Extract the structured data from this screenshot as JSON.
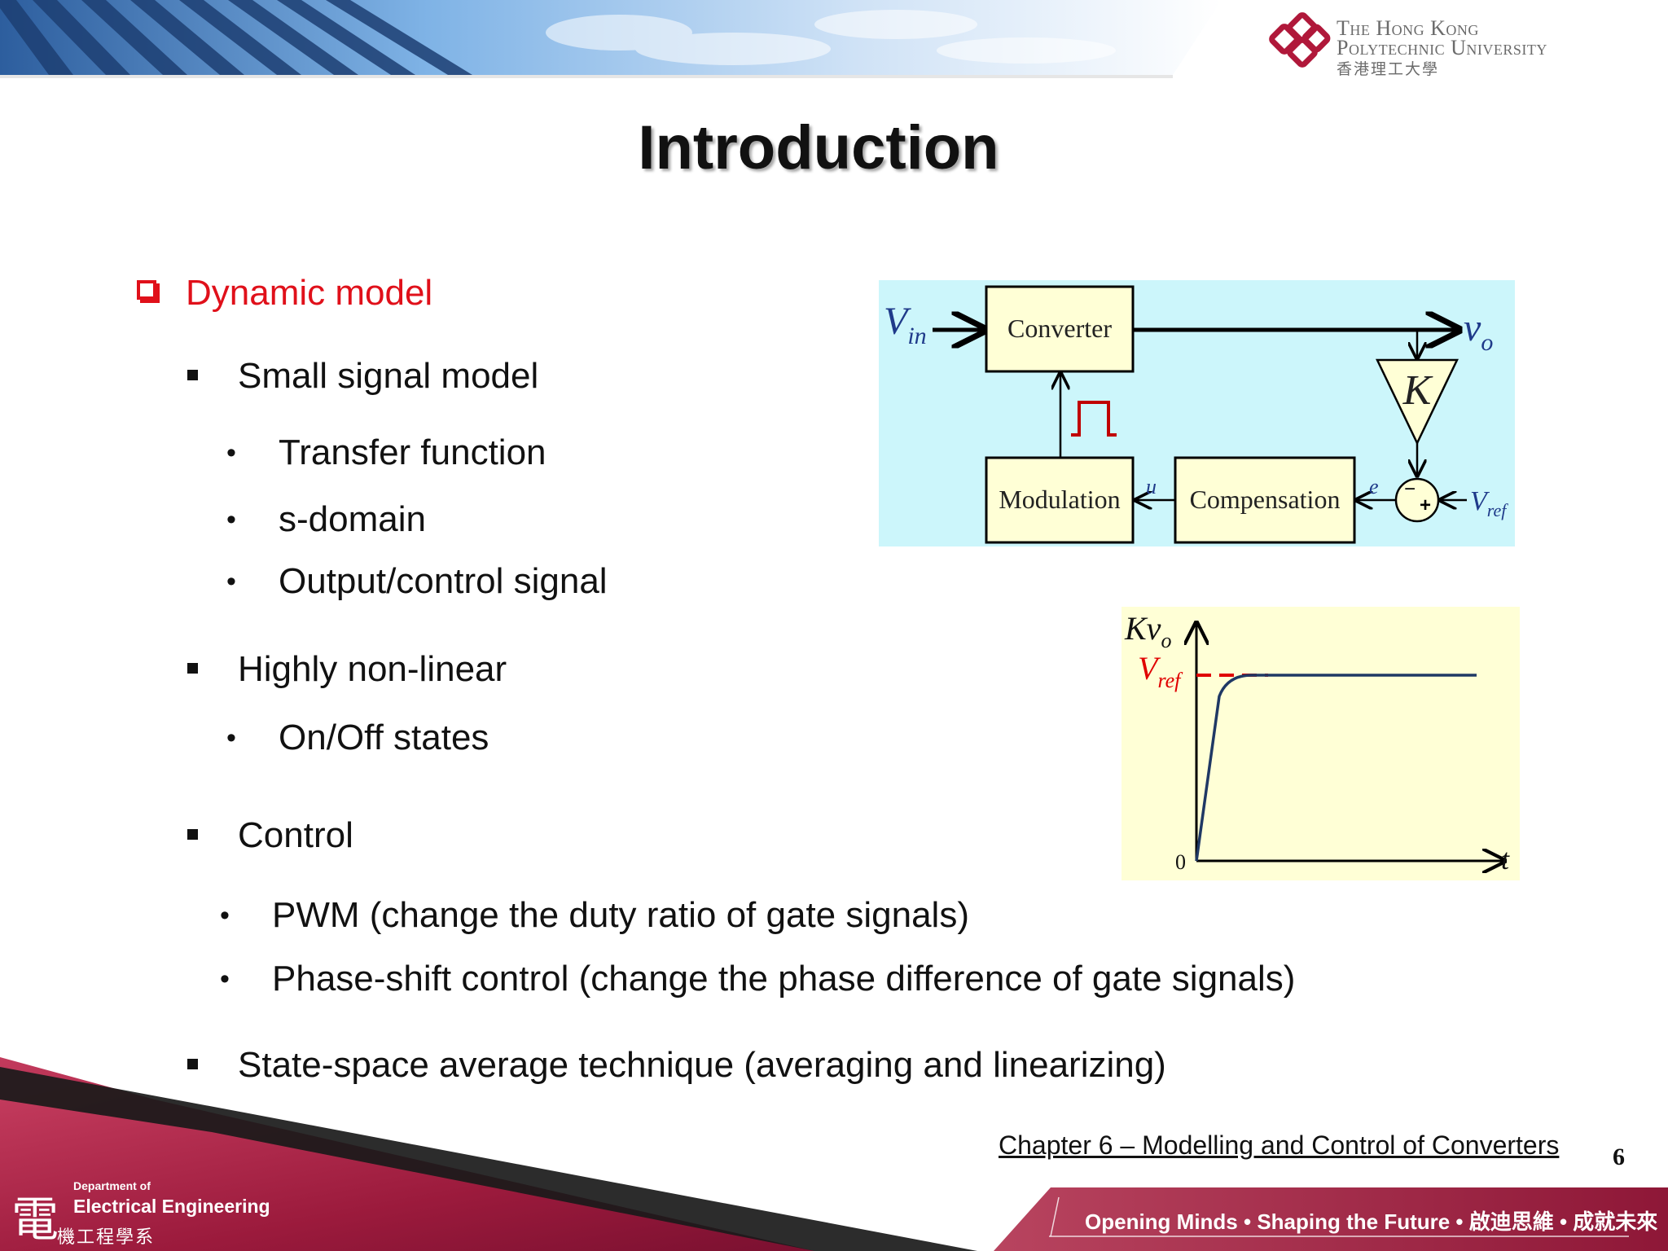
{
  "header": {
    "university_name_line1": "The Hong Kong",
    "university_name_line2": "Polytechnic University",
    "university_name_chinese": "香港理工大學"
  },
  "title": "Introduction",
  "content": {
    "section_heading": "Dynamic model",
    "items": [
      "Small signal model",
      "Transfer function",
      "s-domain",
      "Output/control signal",
      "Highly non-linear",
      "On/Off states",
      "Control",
      "PWM (change the duty ratio of gate signals)",
      "Phase-shift control (change the phase difference of gate signals)",
      "State-space average technique (averaging and linearizing)"
    ]
  },
  "block_diagram": {
    "background": "#ccf6fb",
    "input_main": "V",
    "input_sub": "in",
    "output_main": "v",
    "output_sub": "o",
    "converter_label": "Converter",
    "modulation_label": "Modulation",
    "compensation_label": "Compensation",
    "gain_label": "K",
    "signal_u": "u",
    "signal_e": "e",
    "ref_main": "V",
    "ref_sub": "ref",
    "sum_minus": "−",
    "sum_plus": "+",
    "pulse_color": "#c00000"
  },
  "response_chart": {
    "background": "#ffffd6",
    "y_label_main": "Kv",
    "y_label_sub": "o",
    "ref_label_main": "V",
    "ref_label_sub": "ref",
    "origin_label": "0",
    "x_label": "t",
    "curve_color": "#1f3864",
    "ref_line_color": "#e00000"
  },
  "footer": {
    "chapter_link": "Chapter 6 – Modelling and Control of Converters",
    "page_number": "6",
    "department_prefix": "Department of",
    "department_name": "Electrical Engineering",
    "department_chinese": "機工程學系",
    "department_glyph": "電",
    "tagline": "Opening Minds • Shaping the Future • 啟迪思維 • 成就未來"
  },
  "colors": {
    "accent_red": "#e0101a",
    "footer_maroon": "#9b1a3c"
  }
}
